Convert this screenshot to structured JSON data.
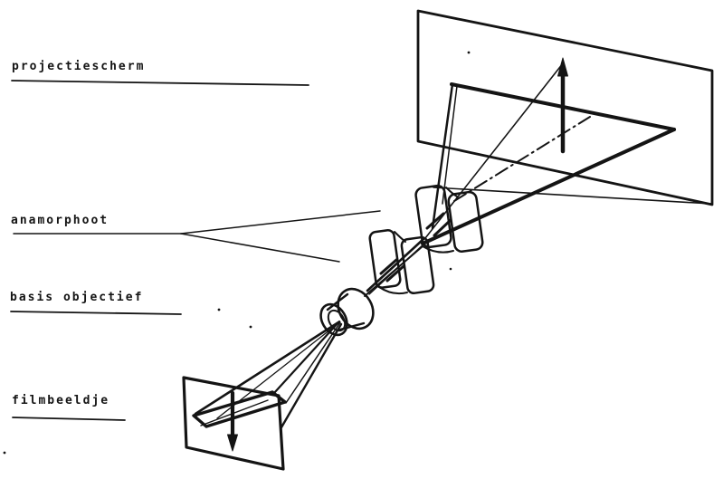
{
  "diagram": {
    "labels": [
      {
        "id": "projectiescherm",
        "text": "projectiescherm"
      },
      {
        "id": "anamorphoot",
        "text": "anamorphoot"
      },
      {
        "id": "basis_objectief",
        "text": "basis objectief"
      },
      {
        "id": "filmbeeldje",
        "text": "filmbeeldje"
      }
    ],
    "colors": {
      "ink": "#141414",
      "background": "#ffffff"
    }
  }
}
